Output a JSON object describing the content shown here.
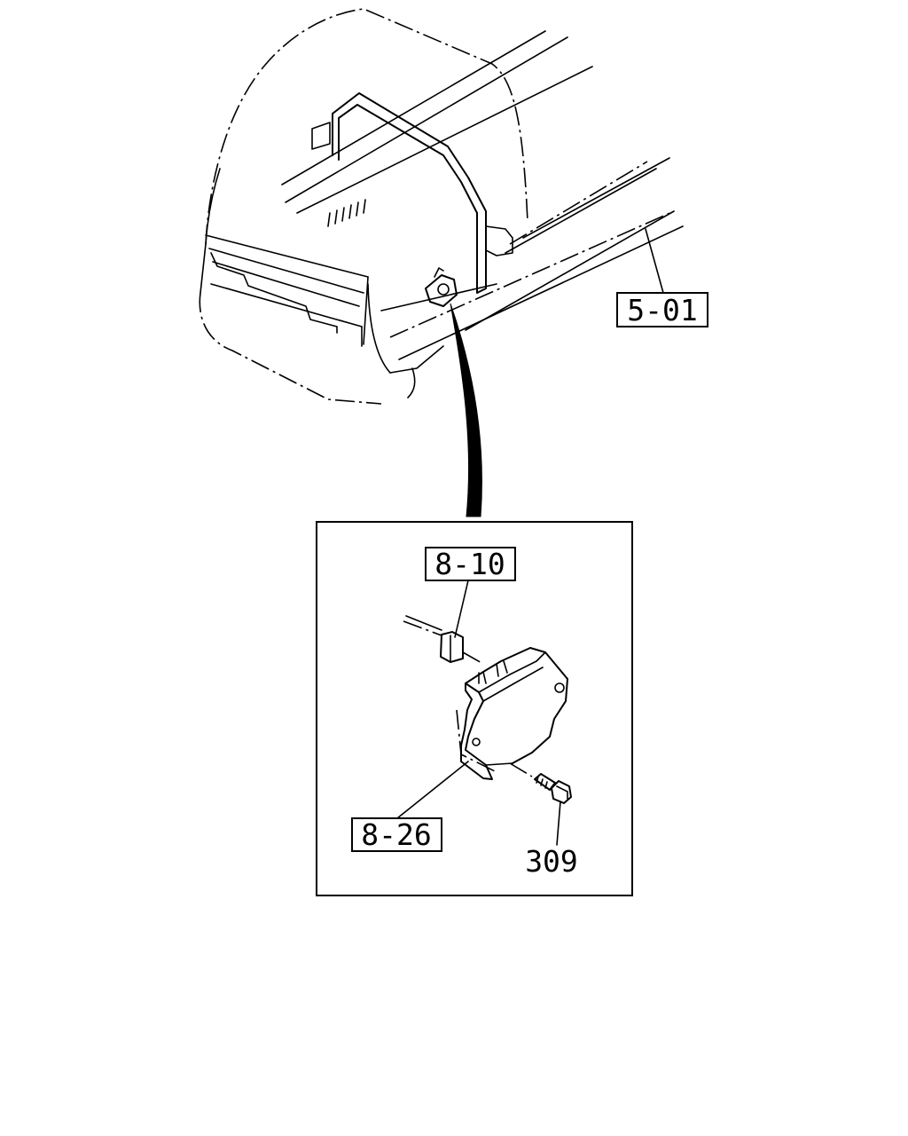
{
  "callouts": {
    "part_5_01": "5-01",
    "part_8_10": "8-10",
    "part_8_26": "8-26",
    "part_309": "309"
  }
}
